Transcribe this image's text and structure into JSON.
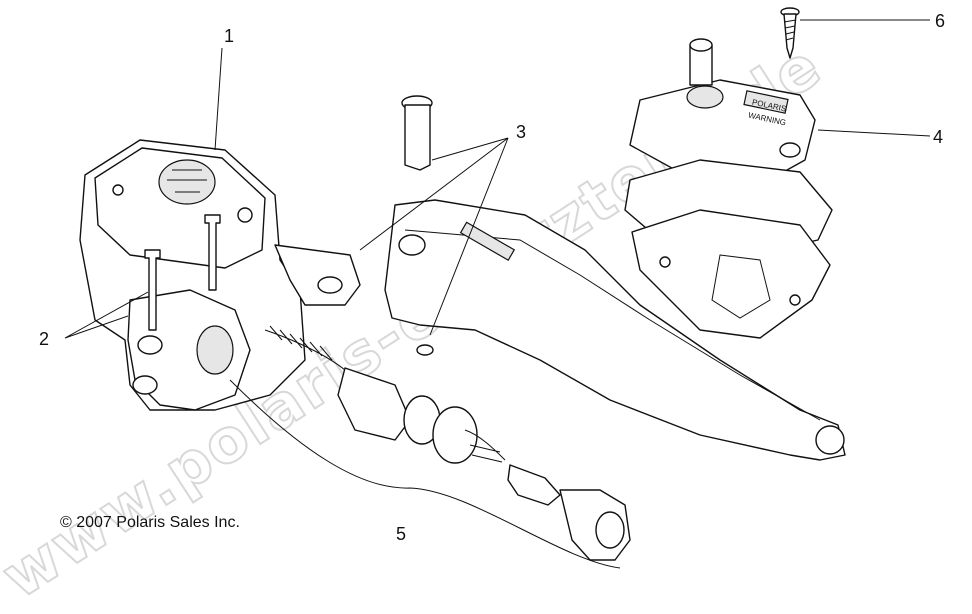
{
  "diagram": {
    "callouts": [
      "1",
      "2",
      "3",
      "4",
      "5",
      "6"
    ],
    "copyright": "© 2007 Polaris Sales Inc.",
    "watermark": "www.polaris-ersatzteile.de",
    "embossed_labels": {
      "brand": "POLARIS",
      "warning": "WARNING"
    }
  }
}
